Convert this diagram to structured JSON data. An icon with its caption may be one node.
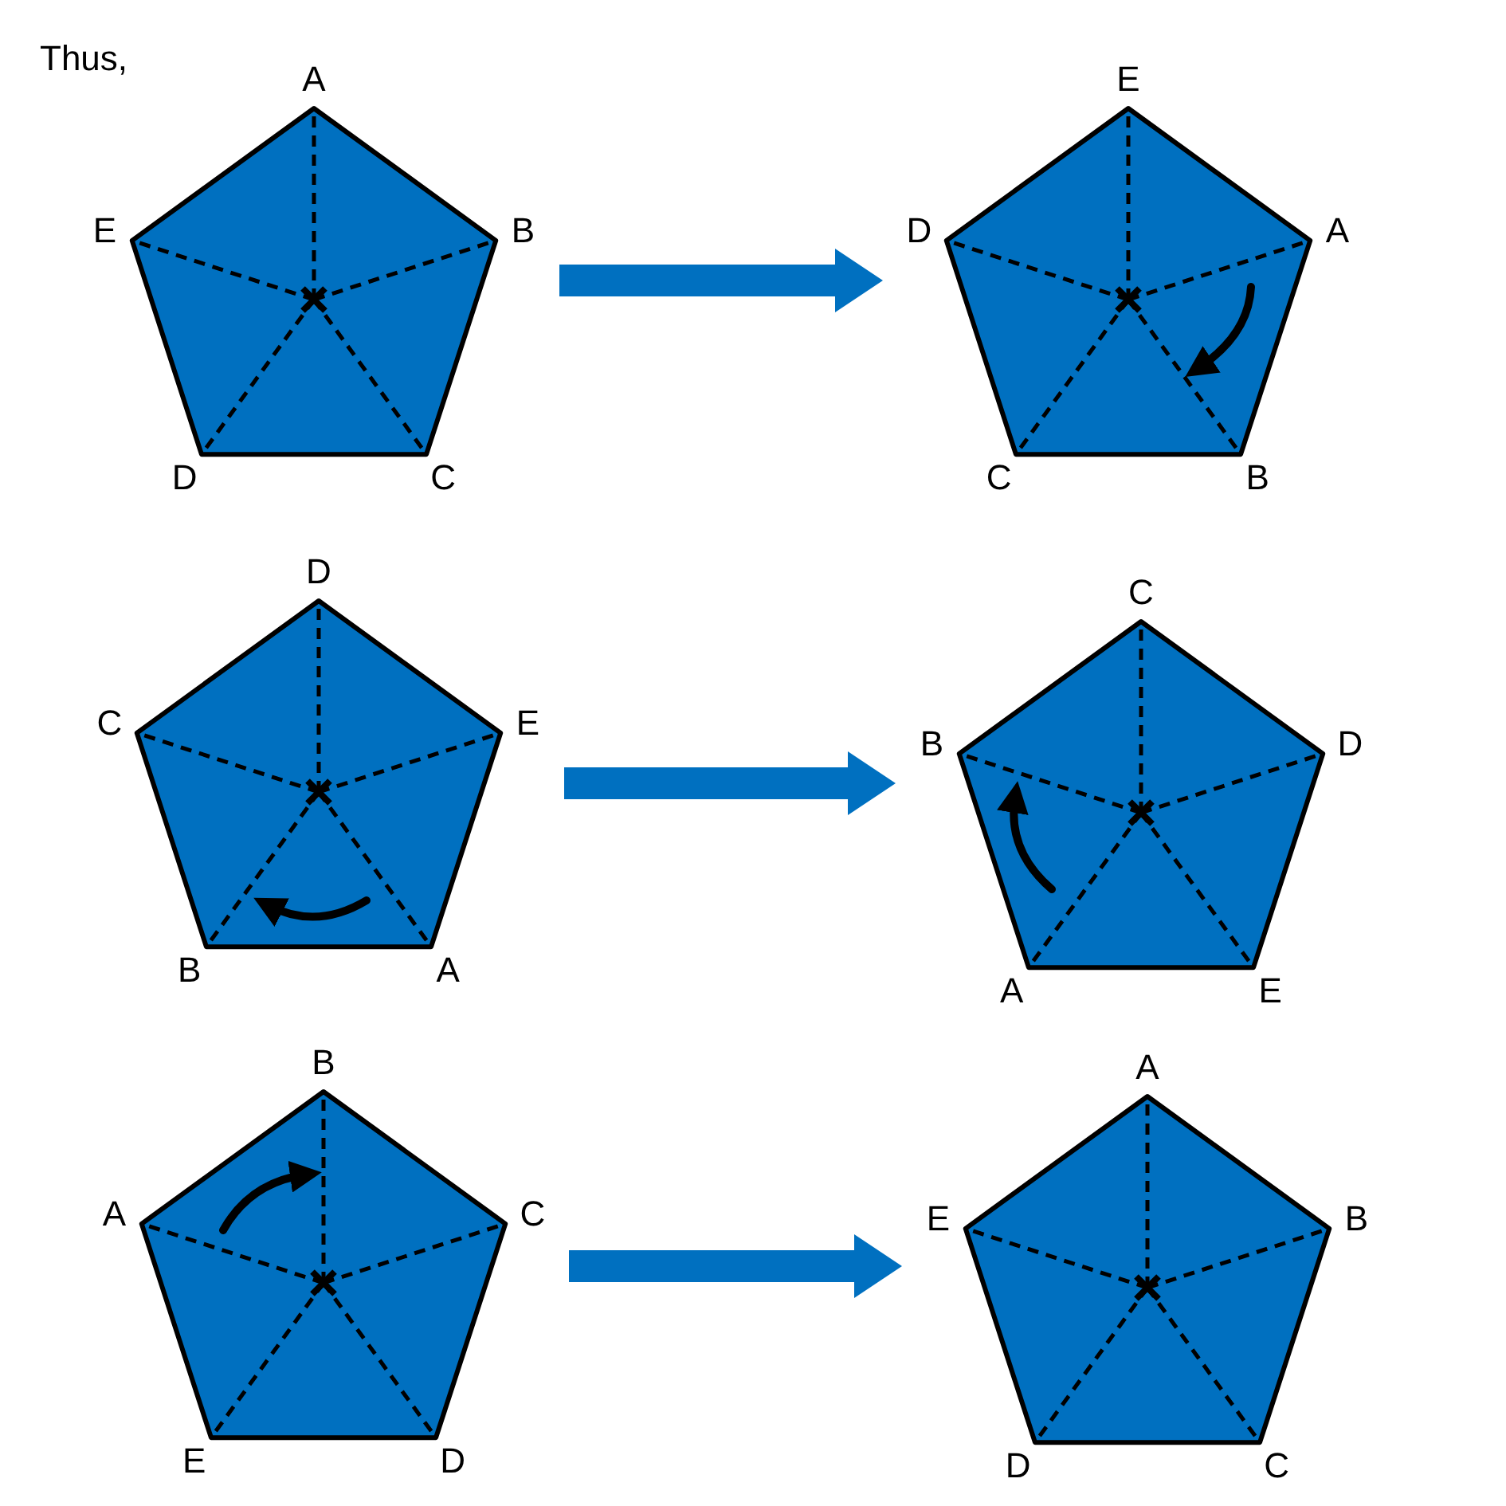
{
  "diagram": {
    "nodes": [
      {
        "text": [
          "A",
          "B",
          "C",
          "D",
          "E"
        ]
      },
      {
        "text": [
          "E",
          "A",
          "B",
          "C",
          "D"
        ]
      },
      {
        "text": [
          "D",
          "E",
          "A",
          "B",
          "C"
        ]
      },
      {
        "text": [
          "C",
          "D",
          "E",
          "A",
          "B"
        ]
      },
      {
        "text": [
          "B",
          "C",
          "D",
          "E",
          "A"
        ]
      },
      {
        "text": [
          "A",
          "B",
          "C",
          "D",
          "E"
        ]
      }
    ],
    "edges": [
      {
        "from": 0,
        "to": 1,
        "arrow": "to"
      },
      {
        "from": 2,
        "to": 3,
        "arrow": "to"
      },
      {
        "from": 4,
        "to": 5,
        "arrow": "to"
      }
    ],
    "labels": [
      "Thus,"
    ]
  }
}
